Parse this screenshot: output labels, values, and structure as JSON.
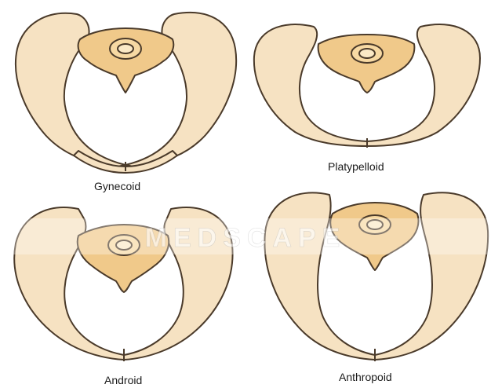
{
  "figure": {
    "colors": {
      "bone": "#f6e2c2",
      "sacrum": "#f0c98a",
      "outline": "#4a3a2a",
      "shadow": "#e8c590"
    },
    "watermark_text": "MEDSCAPE",
    "panels": [
      {
        "id": "gynecoid",
        "caption": "Gynecoid"
      },
      {
        "id": "platypelloid",
        "caption": "Platypelloid"
      },
      {
        "id": "android",
        "caption": "Android"
      },
      {
        "id": "anthropoid",
        "caption": "Anthropoid"
      }
    ]
  }
}
